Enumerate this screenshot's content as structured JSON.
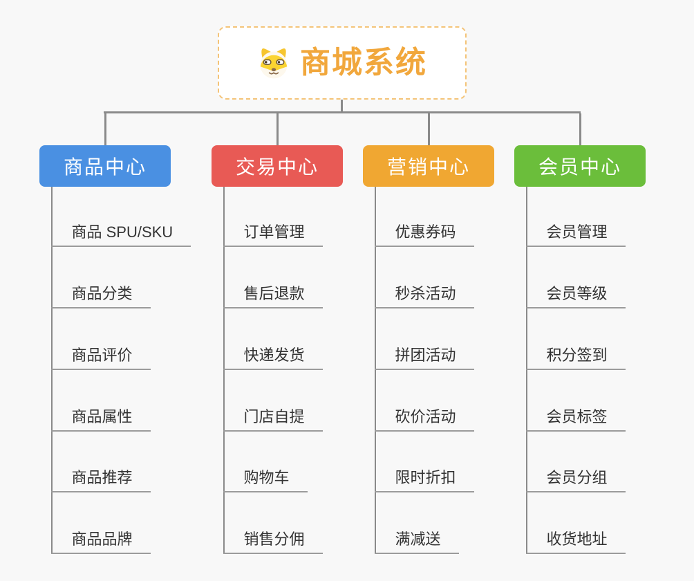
{
  "root": {
    "label": "商城系统",
    "icon": "dog-face-icon",
    "accent_color": "#F1A73C",
    "border_color": "#F4C478"
  },
  "connector_color": "#8A8A8A",
  "underline_color": "#9B9B9B",
  "child_text_color": "#333333",
  "branches": [
    {
      "label": "商品中心",
      "color": "#4A90E2",
      "children": [
        "商品 SPU/SKU",
        "商品分类",
        "商品评价",
        "商品属性",
        "商品推荐",
        "商品品牌"
      ]
    },
    {
      "label": "交易中心",
      "color": "#E85A55",
      "children": [
        "订单管理",
        "售后退款",
        "快递发货",
        "门店自提",
        "购物车",
        "销售分佣"
      ]
    },
    {
      "label": "营销中心",
      "color": "#F0A732",
      "children": [
        "优惠券码",
        "秒杀活动",
        "拼团活动",
        "砍价活动",
        "限时折扣",
        "满减送"
      ]
    },
    {
      "label": "会员中心",
      "color": "#6BBE3B",
      "children": [
        "会员管理",
        "会员等级",
        "积分签到",
        "会员标签",
        "会员分组",
        "收货地址"
      ]
    }
  ]
}
